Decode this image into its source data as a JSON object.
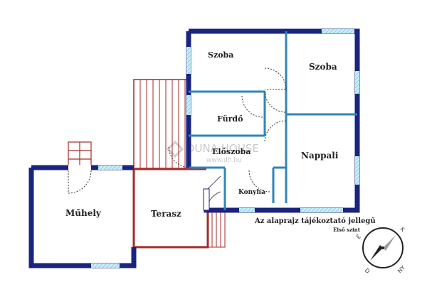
{
  "rooms": {
    "szoba1": "Szoba",
    "szoba2": "Szoba",
    "furdo": "Fürdő",
    "eloszoba": "Előszoba",
    "nappali": "Nappali",
    "konyha": "Konyha",
    "muhely": "Műhely",
    "terasz": "Terasz"
  },
  "watermark": {
    "brand": "DUNA HOUSE",
    "url": "www.dh.hu"
  },
  "notes": {
    "disclaimer": "Az alaprajz tájékoztató jellegű",
    "level": "Első szint"
  },
  "compass": {
    "north": "É",
    "south": "D",
    "east": "K",
    "west": "NY"
  },
  "colors": {
    "outer_wall": "#1a237e",
    "inner_wall": "#2f86b8",
    "terrace": "#a52a2a",
    "window": "#7ecfe6"
  }
}
